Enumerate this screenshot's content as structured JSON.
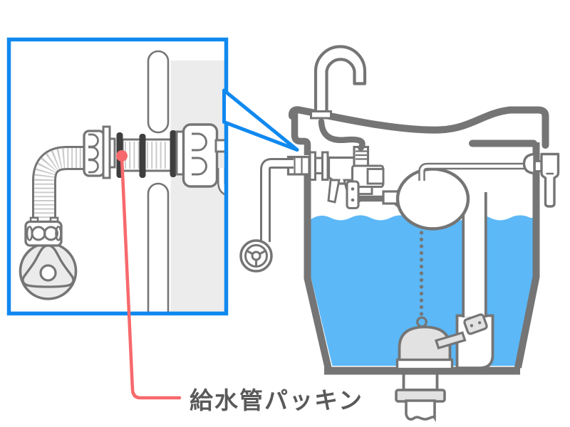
{
  "figure": {
    "title_label": "給水管パッキン",
    "colors": {
      "outline": "#757575",
      "dark": "#3E3E3E",
      "light": "#EBEBEB",
      "mid": "#E2E2E2",
      "wall_fill": "#ECECEC",
      "water": "#5CB8F7",
      "callout_blue": "#1089EF",
      "accent_red": "#F7696C",
      "stripe": "#CBCBCB",
      "label_text": "#595959",
      "background": "#FFFFFF"
    },
    "components": [
      "callout-box",
      "wall-section",
      "wall-slot",
      "flexible-supply-hose",
      "hose-crown-nut",
      "supply-packing",
      "threaded-pipe",
      "wall-nut",
      "wall-pipe-stub",
      "stop-valve-handle",
      "packing-marker-dot",
      "leader-line",
      "callout-pointer",
      "toilet-tank",
      "tank-lid",
      "hand-wash-faucet",
      "refill-hose",
      "fill-valve",
      "float-arm",
      "float-ball",
      "lift-rod",
      "flush-handle",
      "overflow-pipe",
      "flush-valve-body",
      "lift-chain",
      "flapper-valve",
      "tank-water",
      "shutoff-wheel",
      "supply-pipe",
      "drain-pipe",
      "drain-flange"
    ]
  }
}
